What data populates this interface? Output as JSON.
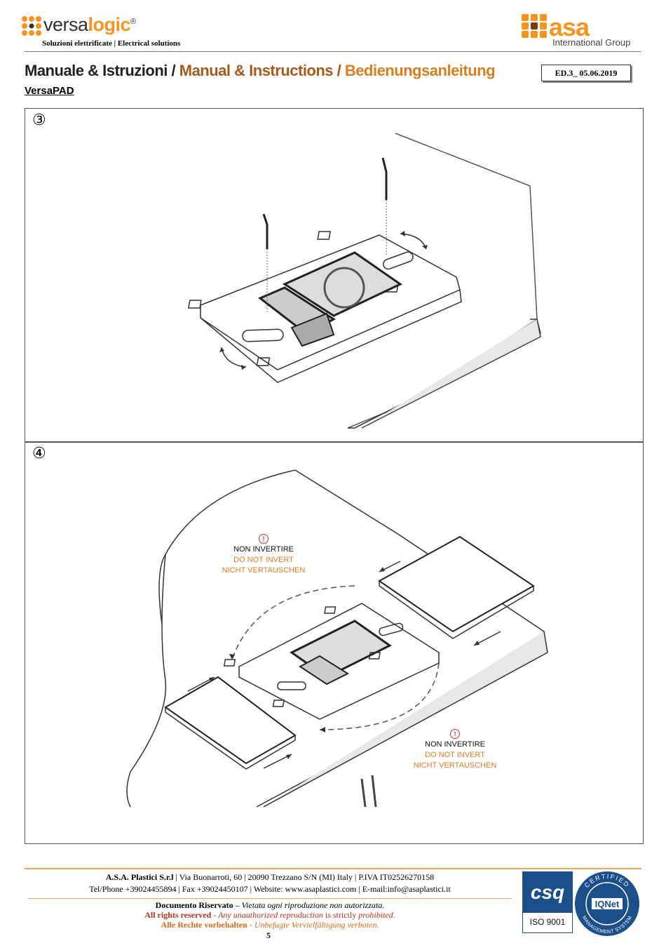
{
  "header": {
    "versalogic_light": "versa",
    "versalogic_bold": "logic",
    "registered": "®",
    "versalogic_tagline": "Soluzioni elettrificate | Electrical  solutions",
    "asa_name": "asa",
    "asa_tagline": "International Group",
    "title_it": "Manuale & Istruzioni / ",
    "title_en": "Manual & Instructions / ",
    "title_de": "Bedienungsanleitung",
    "edition": "ED.3_ 05.06.2019",
    "product": "VersaPAD"
  },
  "steps": [
    {
      "number": "③"
    },
    {
      "number": "④",
      "warnings": [
        {
          "icon": "!",
          "it": "NON INVERTIRE",
          "en": "DO NOT INVERT",
          "de": "NICHT VERTAUSCHEN"
        },
        {
          "icon": "!",
          "it": "NON INVERTIRE",
          "en": "DO NOT INVERT",
          "de": "NICHT VERTAUSCHEN"
        }
      ]
    }
  ],
  "footer": {
    "company": "A.S.A. Plastici S.r.l",
    "address": " | Via Buonarroti, 60 | 20090 Trezzano S/N (MI) Italy | P.IVA IT02526270158",
    "contacts": "Tel/Phone  +39024455894 | Fax  +39024450107 | Website: www.asaplastici.com | E-mail:info@asaplastici.it",
    "confidential_bold": "Documento Riservato",
    "confidential_text": " – Vietata ogni riproduzione non autorizzata.",
    "rights_en_bold": "All rights reserved",
    "rights_en_a": " - Any unauthorized reproduction ",
    "rights_en_b": "is strictly ",
    "rights_en_c": "prohibited.",
    "rights_de_bold": "Alle Rechte vorbehalten - ",
    "rights_de_text": "Unbefugte Vervielfältigung verboten.",
    "csq_label": "csq",
    "iso_label": "ISO 9001",
    "cert_top": "CERTIFIED",
    "cert_bottom": "MANAGEMENT SYSTEM",
    "iqnet": "IQNet",
    "page_number": "5"
  },
  "colors": {
    "orange": "#f7941d",
    "brown": "#a65a1b",
    "csq_blue": "#1a4f8b",
    "warn_red": "#c0392b"
  }
}
